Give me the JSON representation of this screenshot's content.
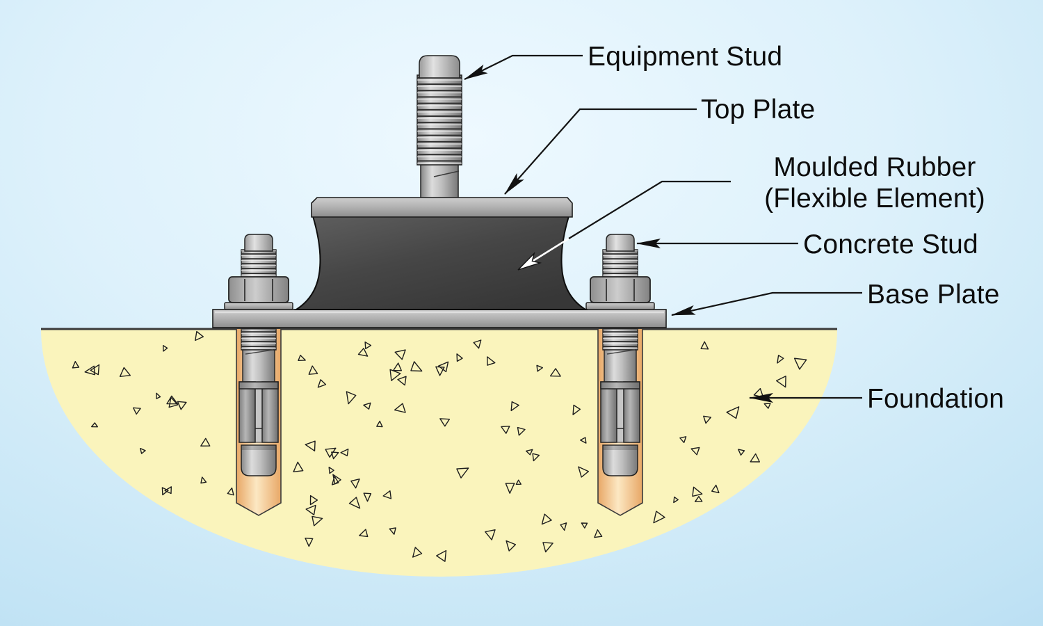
{
  "figure": {
    "type": "engineering-cross-section",
    "subject": "Anti-vibration rubber machine mount bolted to a concrete foundation"
  },
  "labels": {
    "equipment_stud": "Equipment Stud",
    "top_plate": "Top Plate",
    "moulded_rubber_line1": "Moulded Rubber",
    "moulded_rubber_line2": "(Flexible Element)",
    "concrete_stud": "Concrete Stud",
    "base_plate": "Base Plate",
    "foundation": "Foundation"
  },
  "colors": {
    "background_center": "#eef9ff",
    "background_edge": "#a9d4ee",
    "foundation_fill": "#faf4bc",
    "foundation_surface_line": "#3a3a3a",
    "drill_hole_tan": "#f3c38c",
    "rubber_dark": "#454545",
    "metal_mid": "#b9b9b9",
    "leader_line": "#141414",
    "label_text": "#0d0d0d",
    "rubber_arrow_fill": "#ffffff"
  }
}
